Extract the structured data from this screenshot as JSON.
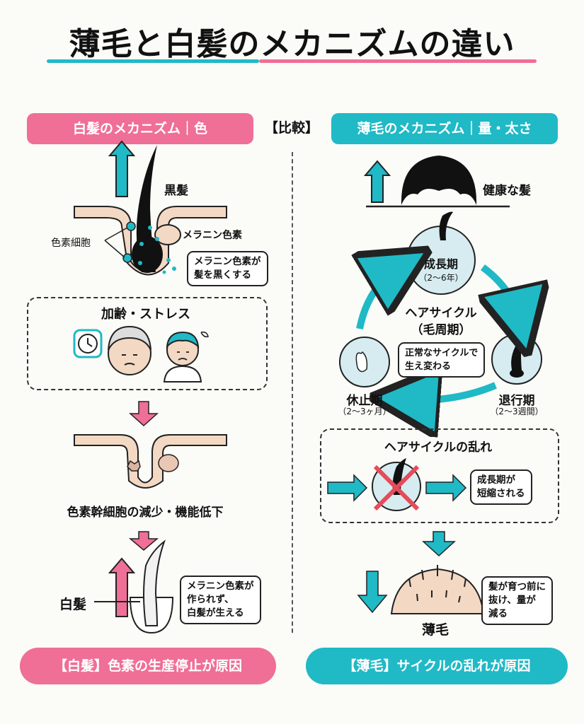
{
  "title": "薄毛と白髪のメカニズムの違い",
  "compare_label": "【比較】",
  "colors": {
    "pink": "#ef6f96",
    "teal": "#20b9c6",
    "skin": "#f3d8c4"
  },
  "left": {
    "header": "白髪のメカニズム｜色",
    "black_hair": "黒髪",
    "pigment_cell": "色素細胞",
    "melanin": "メラニン色素",
    "melanin_note_1": "メラニン色素が",
    "melanin_note_2": "髪を黒くする",
    "cause_title": "加齢・ストレス",
    "stem_cell_text": "色素幹細胞の減少・機能低下",
    "white_hair": "白髪",
    "white_note_1": "メラニン色素が",
    "white_note_2": "作られず、",
    "white_note_3": "白髪が生える",
    "footer": "【白髪】色素の生産停止が原因"
  },
  "right": {
    "header": "薄毛のメカニズム｜量・太さ",
    "healthy_hair": "健康な髪",
    "growth": "成長期",
    "growth_period": "（2〜6年）",
    "cycle_title_1": "ヘアサイクル",
    "cycle_title_2": "（毛周期）",
    "normal_note_1": "正常なサイクルで",
    "normal_note_2": "生え変わる",
    "rest": "休止期",
    "rest_period": "（2〜3ヶ月）",
    "regress": "退行期",
    "regress_period": "（2〜3週間）",
    "disorder_title": "ヘアサイクルの乱れ",
    "short_note_1": "成長期が",
    "short_note_2": "短縮される",
    "thin_hair": "薄毛",
    "thin_note_1": "髪が育つ前に",
    "thin_note_2": "抜け、量が",
    "thin_note_3": "減る",
    "footer": "【薄毛】サイクルの乱れが原因"
  }
}
